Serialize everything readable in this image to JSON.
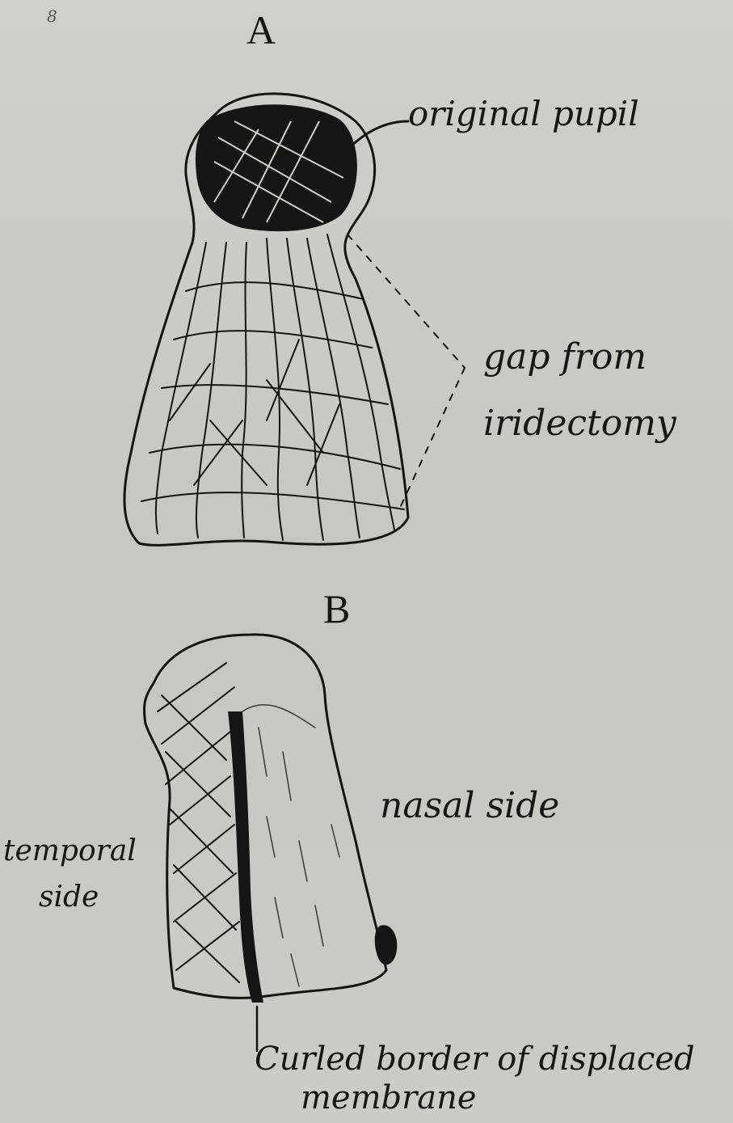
{
  "page_number": "8",
  "figures": [
    {
      "letter": "A",
      "labels": [
        "original pupil",
        "gap from",
        "iridectomy"
      ]
    },
    {
      "letter": "B",
      "labels": [
        "nasal side",
        "temporal",
        "side",
        "Curled border of displaced",
        "membrane"
      ]
    }
  ],
  "colors": {
    "paper": "#c9c9c6",
    "ink": "#141414"
  }
}
